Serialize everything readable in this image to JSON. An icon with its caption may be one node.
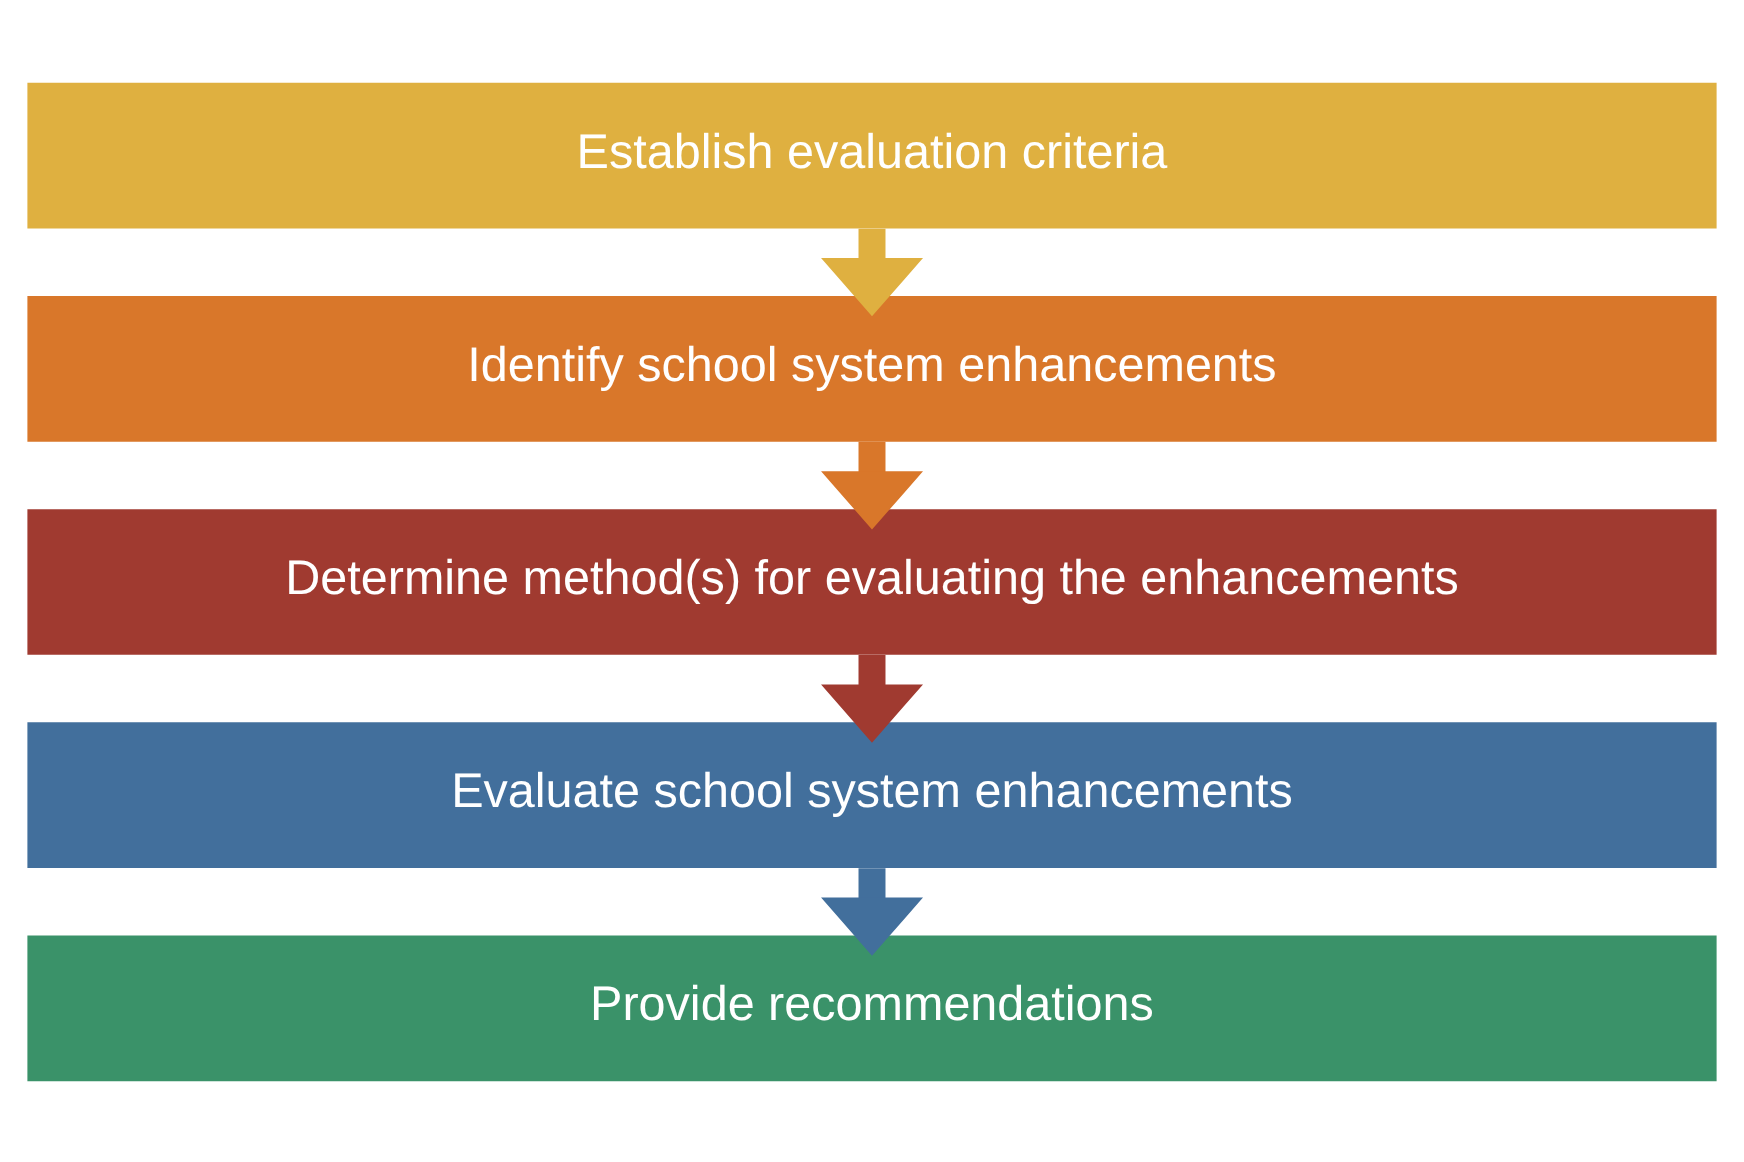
{
  "diagram": {
    "nodes": [
      {
        "text": [
          "Establish evaluation criteria"
        ]
      },
      {
        "text": [
          "Identify school system enhancements"
        ]
      },
      {
        "text": [
          "Determine method(s) for evaluating the enhancements"
        ]
      },
      {
        "text": [
          "Evaluate school system enhancements"
        ]
      },
      {
        "text": [
          "Provide recommendations"
        ]
      }
    ],
    "edges": [
      {
        "from": 0,
        "to": 1,
        "arrow": "to",
        "color": "#dfb040"
      },
      {
        "from": 1,
        "to": 2,
        "arrow": "to",
        "color": "#d9772a"
      },
      {
        "from": 2,
        "to": 3,
        "arrow": "to",
        "color": "#a03a30"
      },
      {
        "from": 3,
        "to": 4,
        "arrow": "to",
        "color": "#426f9c"
      }
    ]
  }
}
